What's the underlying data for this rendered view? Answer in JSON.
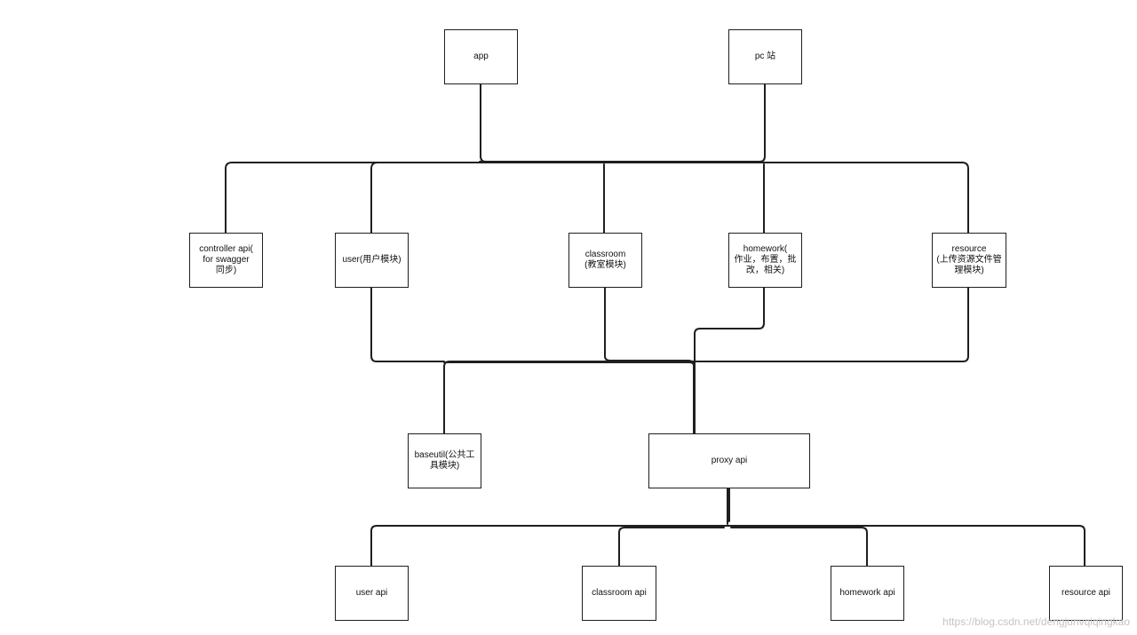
{
  "nodes": {
    "app": "app",
    "pc_site": "pc 站",
    "controller_api": "controller api(\nfor swagger\n同步)",
    "user": "user(用户模块)",
    "classroom": "classroom\n(教室模块)",
    "homework": "homework(\n作业，布置，批\n改，相关)",
    "resource": "resource\n(上传资源文件管\n理模块)",
    "baseutil": "baseutil(公共工\n具模块)",
    "proxy_api": "proxy api",
    "user_api": "user api",
    "classroom_api": "classroom api",
    "homework_api": "homework api",
    "resource_api": "resource api"
  },
  "watermark": "https://blog.csdn.net/dengjunvqiqingkao",
  "colors": {
    "line": "#1f1f1f",
    "watermark": "#c4c4c4"
  }
}
